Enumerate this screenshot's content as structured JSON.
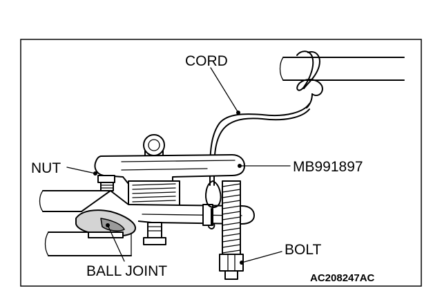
{
  "labels": {
    "cord": "CORD",
    "nut": "NUT",
    "tool": "MB991897",
    "bolt": "BOLT",
    "ball_joint": "BALL JOINT"
  },
  "figure_code": "AC208247AC"
}
